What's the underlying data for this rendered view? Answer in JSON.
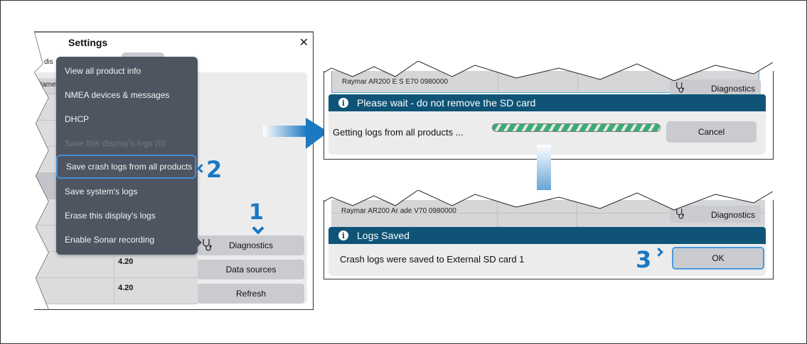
{
  "settings": {
    "title": "Settings",
    "close_icon": "close-icon",
    "tab_partial": "dis",
    "table_header_partial": "Name",
    "rows": [
      {
        "version": ""
      },
      {
        "version": ""
      },
      {
        "version": ""
      },
      {
        "version": ""
      },
      {
        "version": ""
      },
      {
        "version": ""
      },
      {
        "version": "4.20"
      },
      {
        "version": "4.20"
      }
    ],
    "buttons": {
      "diagnostics": "Diagnostics",
      "data_sources": "Data sources",
      "refresh": "Refresh"
    }
  },
  "menu": {
    "items": [
      {
        "label": "View all product info",
        "disabled": false
      },
      {
        "label": "NMEA devices & messages",
        "disabled": false
      },
      {
        "label": "DHCP",
        "disabled": false
      },
      {
        "label": "Save this display's logs (0)",
        "disabled": true
      },
      {
        "label": "Save crash logs from all products",
        "disabled": false,
        "highlighted": true
      },
      {
        "label": "Save system's logs",
        "disabled": false
      },
      {
        "label": "Erase this display's logs",
        "disabled": false
      },
      {
        "label": "Enable Sonar recording",
        "disabled": false
      }
    ]
  },
  "steps": {
    "one": "1",
    "two": "2",
    "three": "3"
  },
  "progress_dialog": {
    "row_text": "Raymar  AR200 E  S   E70   0980000",
    "diagnostics": "Diagnostics",
    "header": "Please wait - do not remove the SD card",
    "message": "Getting logs from all products ...",
    "progress_state": "indeterminate",
    "cancel": "Cancel"
  },
  "saved_dialog": {
    "row_text": "Raymar  AR200 Ar  ade   V70   0980000",
    "diagnostics": "Diagnostics",
    "header": "Logs Saved",
    "message": "Crash logs were saved to External SD card 1",
    "ok": "OK"
  },
  "colors": {
    "accent": "#1b78c2",
    "header_bar": "#0f5477",
    "menu_bg": "#4f5560",
    "progress": "#3aad72"
  }
}
